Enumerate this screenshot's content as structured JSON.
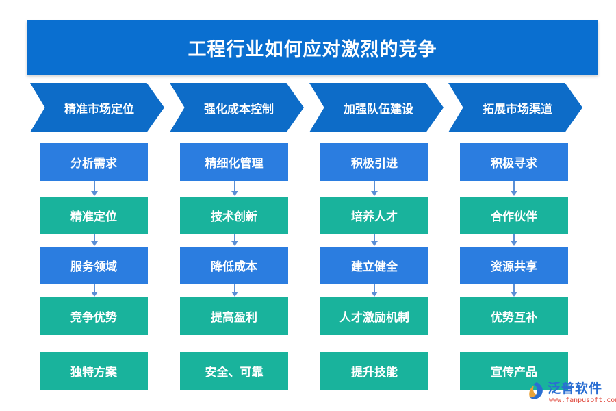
{
  "title": "工程行业如何应对激烈的竞争",
  "columns": [
    {
      "heading": "精准市场定位",
      "items": [
        "分析需求",
        "精准定位",
        "服务领域",
        "竞争优势",
        "独特方案"
      ]
    },
    {
      "heading": "强化成本控制",
      "items": [
        "精细化管理",
        "技术创新",
        "降低成本",
        "提高盈利",
        "安全、可靠"
      ]
    },
    {
      "heading": "加强队伍建设",
      "items": [
        "积极引进",
        "培养人才",
        "建立健全",
        "人才激励机制",
        "提升技能"
      ]
    },
    {
      "heading": "拓展市场渠道",
      "items": [
        "积极寻求",
        "合作伙伴",
        "资源共享",
        "优势互补",
        "宣传产品"
      ]
    }
  ],
  "logo": {
    "name": "泛普软件",
    "url": "www.fanpusoft.com"
  },
  "colors": {
    "title_bg": "#0a6fd0",
    "chevron_bg": "#0d6cc8",
    "box_blue": "#2b7de0",
    "box_teal": "#19b39c"
  }
}
